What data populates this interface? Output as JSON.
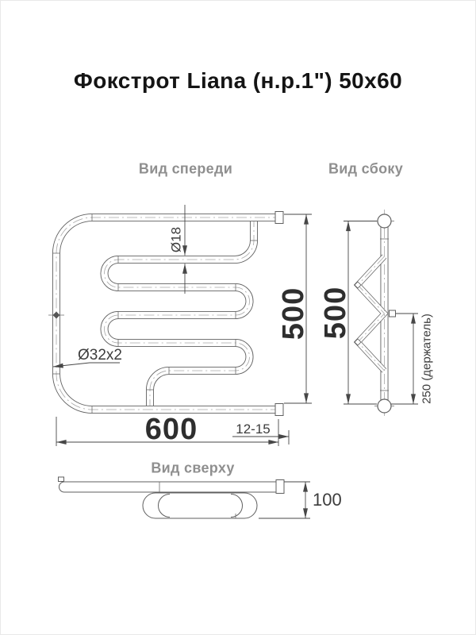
{
  "title": "Фокстрот Liana (н.р.1\") 50x60",
  "front_view": {
    "label": "Вид спереди",
    "dims": {
      "width": "600",
      "height": "500",
      "tube": "Ø18",
      "collector": "Ø32x2",
      "gap": "12-15"
    }
  },
  "side_view": {
    "label": "Вид сбоку",
    "dims": {
      "height": "500",
      "holder": "250 (держатель)"
    }
  },
  "top_view": {
    "label": "Вид сверху",
    "dims": {
      "depth": "100"
    }
  },
  "colors": {
    "outline": "#5f5f5f",
    "dimension": "#474747",
    "centerline": "#a6a6a6",
    "muted_label": "#8f8f8f",
    "title_text": "#141414"
  }
}
